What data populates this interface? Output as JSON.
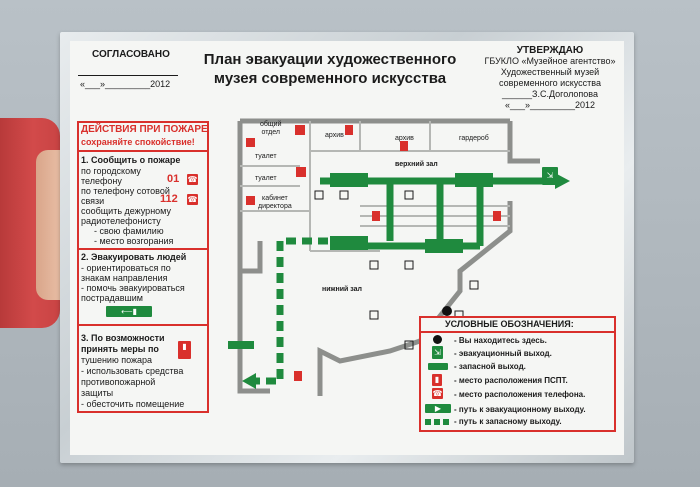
{
  "header": {
    "left_title": "СОГЛАСОВАНО",
    "left_date_line": "«___»_________2012",
    "title_line1": "План эвакуации художественного",
    "title_line2": "музея современного искусства",
    "right_title": "УТВЕРЖДАЮ",
    "right_org": "ГБУКЛО «Музейное агентство»",
    "right_museum": "Художественный музей",
    "right_museum2": "современного искусства",
    "right_sign": "______З.С.Доголопова",
    "right_date": "«___»_________2012"
  },
  "fire_actions": {
    "title": "ДЕЙСТВИЯ ПРИ ПОЖАРЕ",
    "subtitle": "сохраняйте спокойствие!"
  },
  "step1": {
    "title": "1. Сообщить о пожаре",
    "l2": "по городскому",
    "l3": "телефону",
    "phone1": "01",
    "l4": "по телефону сотовой",
    "l5": "связи",
    "phone2": "112",
    "l6": "сообщить дежурному",
    "l7": "радиотелефонисту",
    "l8": "- свою фамилию",
    "l9": "- место возгорания"
  },
  "step2": {
    "title": "2. Эвакуировать людей",
    "l2": "- ориентироваться по",
    "l3": "знакам направления",
    "l4": "- помочь эвакуироваться",
    "l5": "пострадавшим"
  },
  "step3": {
    "l1": "3. По возможности",
    "l2": "принять меры по",
    "l3": "тушению пожара",
    "l4": "- использовать средства",
    "l5": "противопожарной",
    "l6": "защиты",
    "l7": "- обесточить помещение"
  },
  "rooms": {
    "office": "общий",
    "office2": "отдел",
    "archive1": "архив",
    "archive2": "архив",
    "wardrobe": "гардероб",
    "toilet1": "туалет",
    "toilet2": "туалет",
    "director": "кабинет",
    "director2": "директора",
    "upper_hall": "верхний зал",
    "lower_hall": "нижний зал"
  },
  "legend": {
    "title": "УСЛОВНЫЕ ОБОЗНАЧЕНИЯ:",
    "i1": "- Вы находитесь здесь.",
    "i2": "- эвакуационный выход.",
    "i3": "- запасной выход.",
    "i4": "- место расположения ПСПТ.",
    "i5": "- место расположения телефона.",
    "i6": "- путь к эвакуационному выходу.",
    "i7": "- путь к запасному выходу."
  },
  "colors": {
    "red": "#d9302c",
    "green": "#1f8a3e",
    "frame": "#c8cfd3"
  }
}
